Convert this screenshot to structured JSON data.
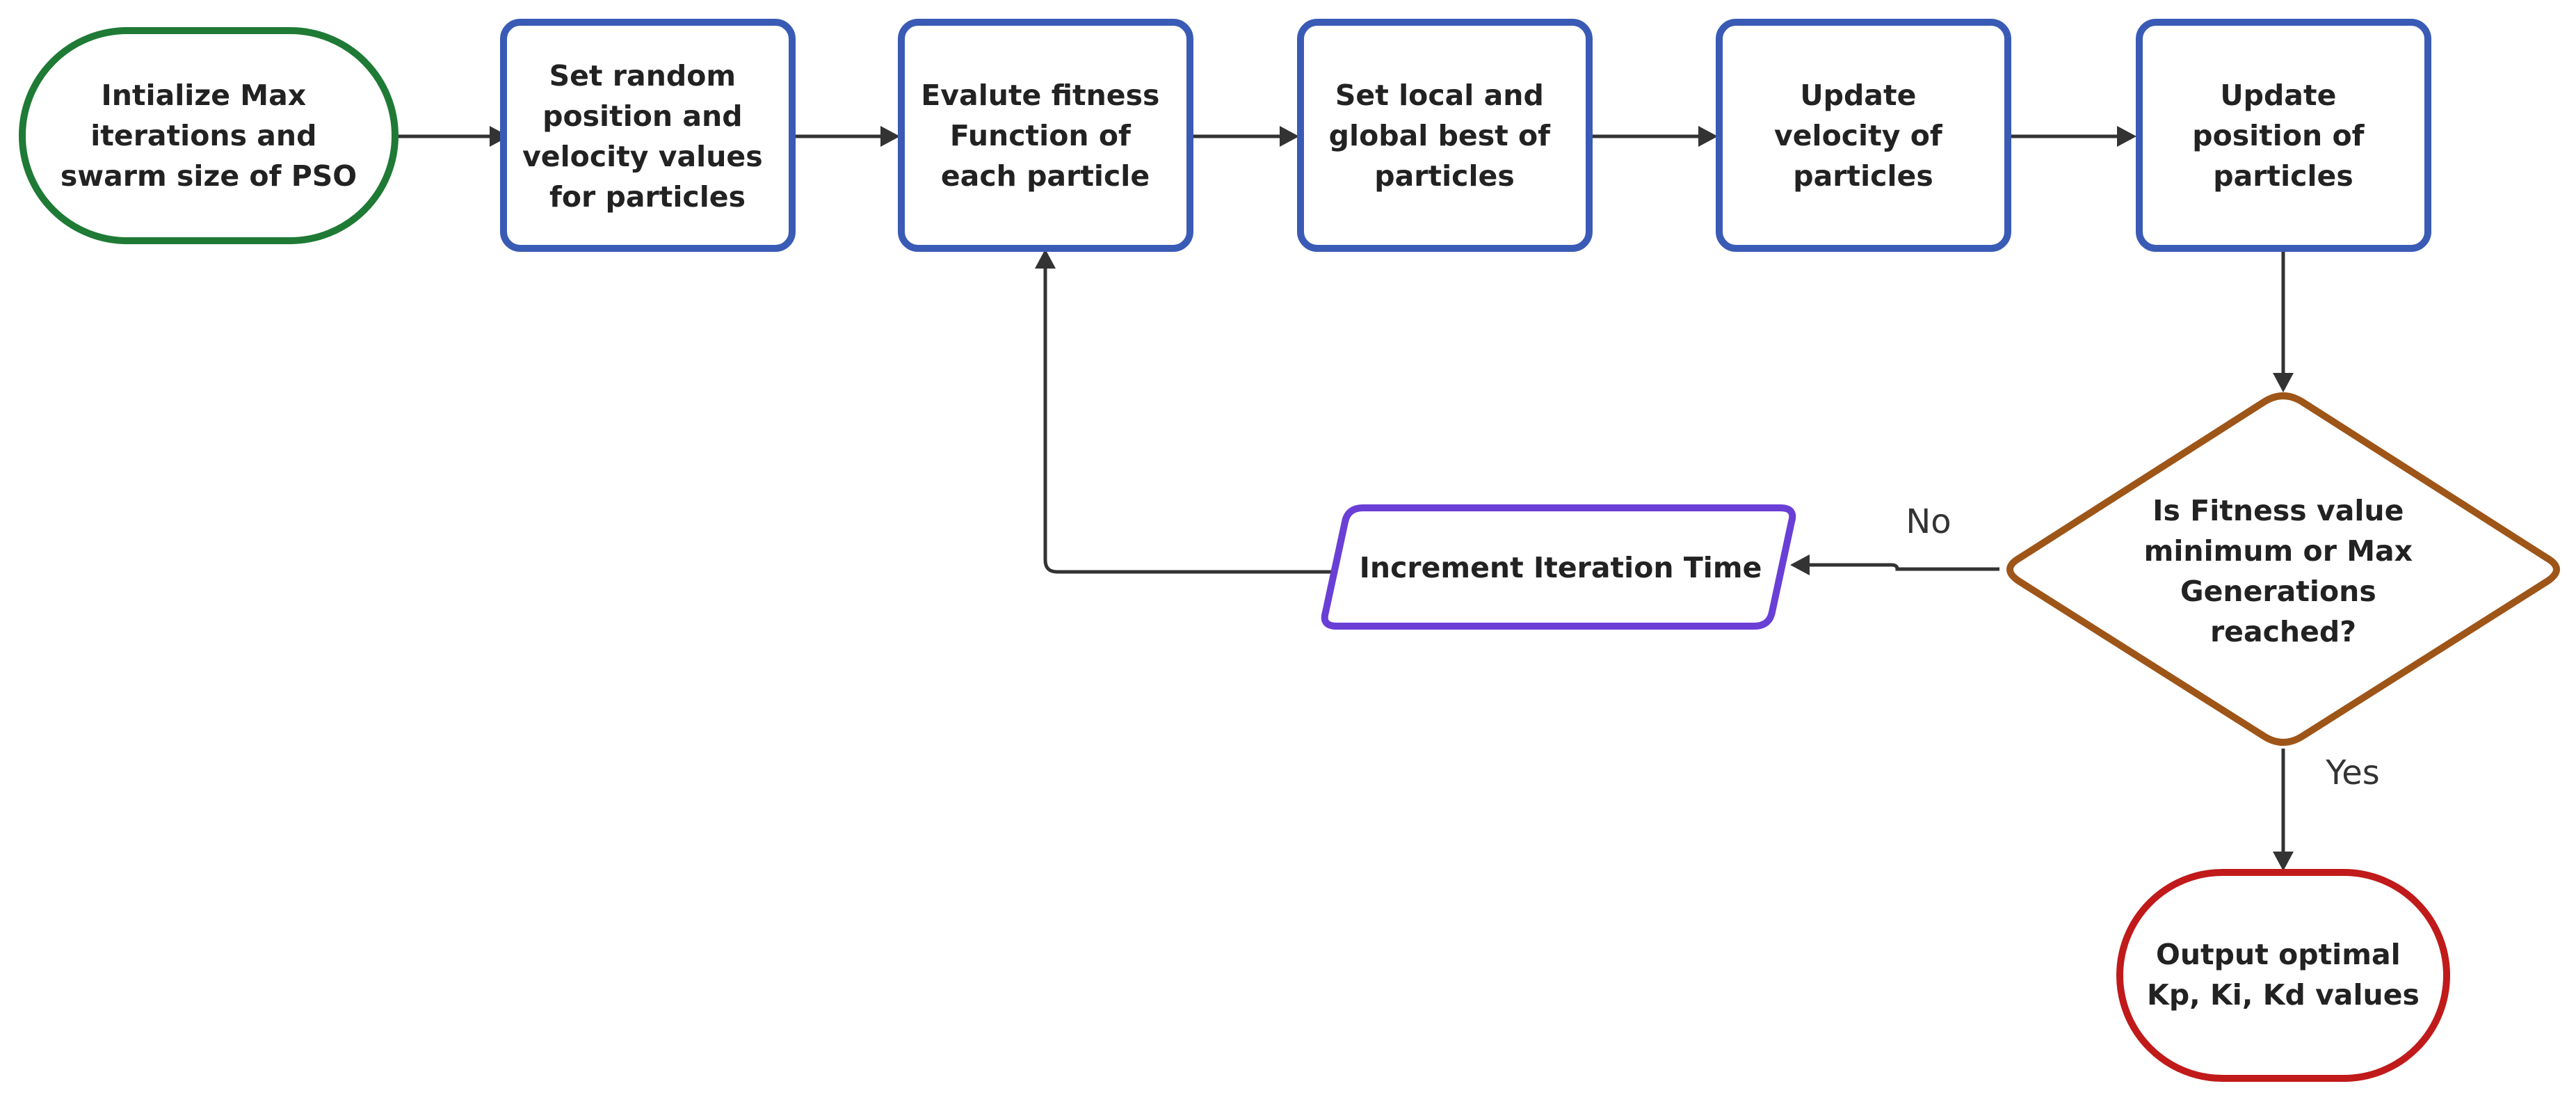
{
  "flowchart": {
    "nodes": [
      {
        "id": "init",
        "shape": "terminal",
        "color": "#1e7a35",
        "lines": [
          "Intialize Max",
          "iterations and",
          "swarm size of PSO"
        ]
      },
      {
        "id": "random",
        "shape": "process",
        "color": "#3a5bb5",
        "lines": [
          "Set random",
          "position and",
          "velocity values",
          "for particles"
        ]
      },
      {
        "id": "evaluate",
        "shape": "process",
        "color": "#3a5bb5",
        "lines": [
          "Evalute fitness",
          "Function of",
          "each particle"
        ]
      },
      {
        "id": "best",
        "shape": "process",
        "color": "#3a5bb5",
        "lines": [
          "Set local and",
          "global best of",
          "particles"
        ]
      },
      {
        "id": "velocity",
        "shape": "process",
        "color": "#3a5bb5",
        "lines": [
          "Update",
          "velocity of",
          "particles"
        ]
      },
      {
        "id": "position",
        "shape": "process",
        "color": "#3a5bb5",
        "lines": [
          "Update",
          "position of",
          "particles"
        ]
      },
      {
        "id": "decision",
        "shape": "decision",
        "color": "#9e5518",
        "lines": [
          "Is Fitness value",
          "minimum or Max",
          "Generations",
          "reached?"
        ]
      },
      {
        "id": "increment",
        "shape": "io",
        "color": "#6a3fd6",
        "lines": [
          "Increment Iteration Time"
        ]
      },
      {
        "id": "output",
        "shape": "terminal",
        "color": "#c01a1a",
        "lines": [
          "Output optimal",
          "Kp, Ki, Kd values"
        ]
      }
    ],
    "edges": [
      {
        "from": "init",
        "to": "random",
        "label": ""
      },
      {
        "from": "random",
        "to": "evaluate",
        "label": ""
      },
      {
        "from": "evaluate",
        "to": "best",
        "label": ""
      },
      {
        "from": "best",
        "to": "velocity",
        "label": ""
      },
      {
        "from": "velocity",
        "to": "position",
        "label": ""
      },
      {
        "from": "position",
        "to": "decision",
        "label": ""
      },
      {
        "from": "decision",
        "to": "increment",
        "label": "No"
      },
      {
        "from": "increment",
        "to": "evaluate",
        "label": ""
      },
      {
        "from": "decision",
        "to": "output",
        "label": "Yes"
      }
    ]
  }
}
